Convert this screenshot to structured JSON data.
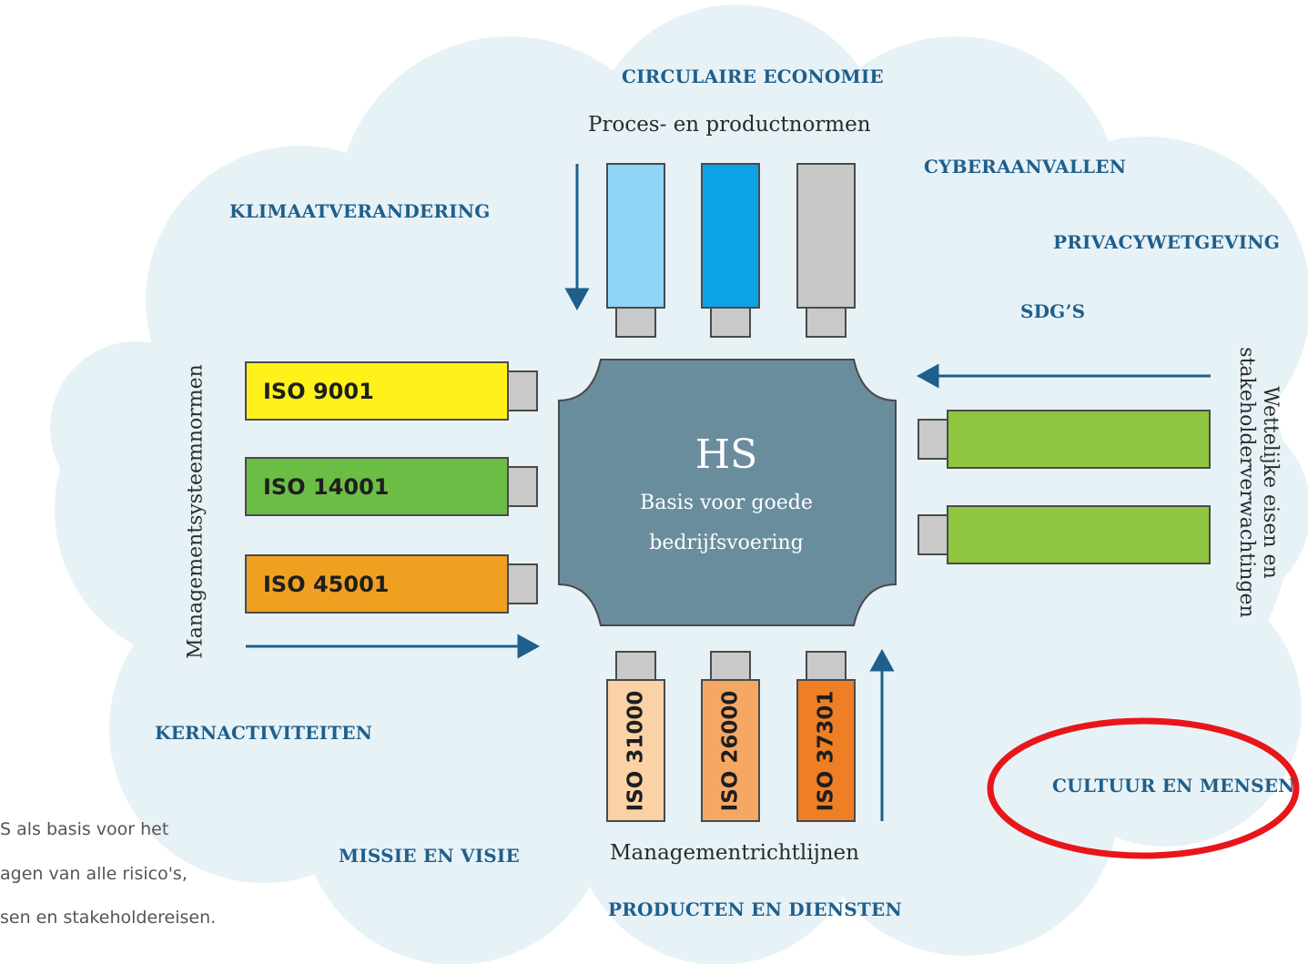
{
  "themes": {
    "circulaire_economie": "CIRCULAIRE ECONOMIE",
    "cyberaanvallen": "CYBERAANVALLEN",
    "klimaatverandering": "KLIMAATVERANDERING",
    "privacywetgeving": "PRIVACYWETGEVING",
    "sdgs": "SDG’S",
    "kernactiviteiten": "KERNACTIVITEITEN",
    "cultuur_en_mensen": "CULTUUR EN MENSEN",
    "missie_en_visie": "MISSIE EN VISIE",
    "producten_en_diensten": "PRODUCTEN EN DIENSTEN"
  },
  "headings": {
    "top": "Proces- en productnormen",
    "left": "Managementsysteemnormen",
    "right_line1": "Wettelijke eisen en",
    "right_line2": "stakeholderverwachtingen",
    "bottom": "Managementrichtlijnen"
  },
  "center": {
    "title": "HS",
    "line1": "Basis voor goede",
    "line2": "bedrijfsvoering"
  },
  "left_blocks": [
    {
      "label": "ISO 9001",
      "color": "#fff21a"
    },
    {
      "label": "ISO 14001",
      "color": "#6cbd45"
    },
    {
      "label": "ISO 45001",
      "color": "#f0a020"
    }
  ],
  "bottom_blocks": [
    {
      "label": "ISO 31000",
      "color": "#fbd2a6"
    },
    {
      "label": "ISO 26000",
      "color": "#f5a863"
    },
    {
      "label": "ISO 37301",
      "color": "#ee7f24"
    }
  ],
  "top_blocks": [
    {
      "color": "#8fd6f6"
    },
    {
      "color": "#0ba3e6"
    },
    {
      "color": "#c8c8c8"
    }
  ],
  "right_blocks": [
    {
      "color": "#8fc53f"
    },
    {
      "color": "#8fc53f"
    }
  ],
  "caption": {
    "line1": "S als basis voor het",
    "line2": "agen van alle risico's,",
    "line3": "sen en stakeholdereisen."
  },
  "colors": {
    "cloud": "#e7f2f7",
    "center_box": "#6a8d9e",
    "theme_text": "#1f5f8b",
    "arrow": "#1f5f8b",
    "highlight_ellipse": "#e8161b"
  }
}
